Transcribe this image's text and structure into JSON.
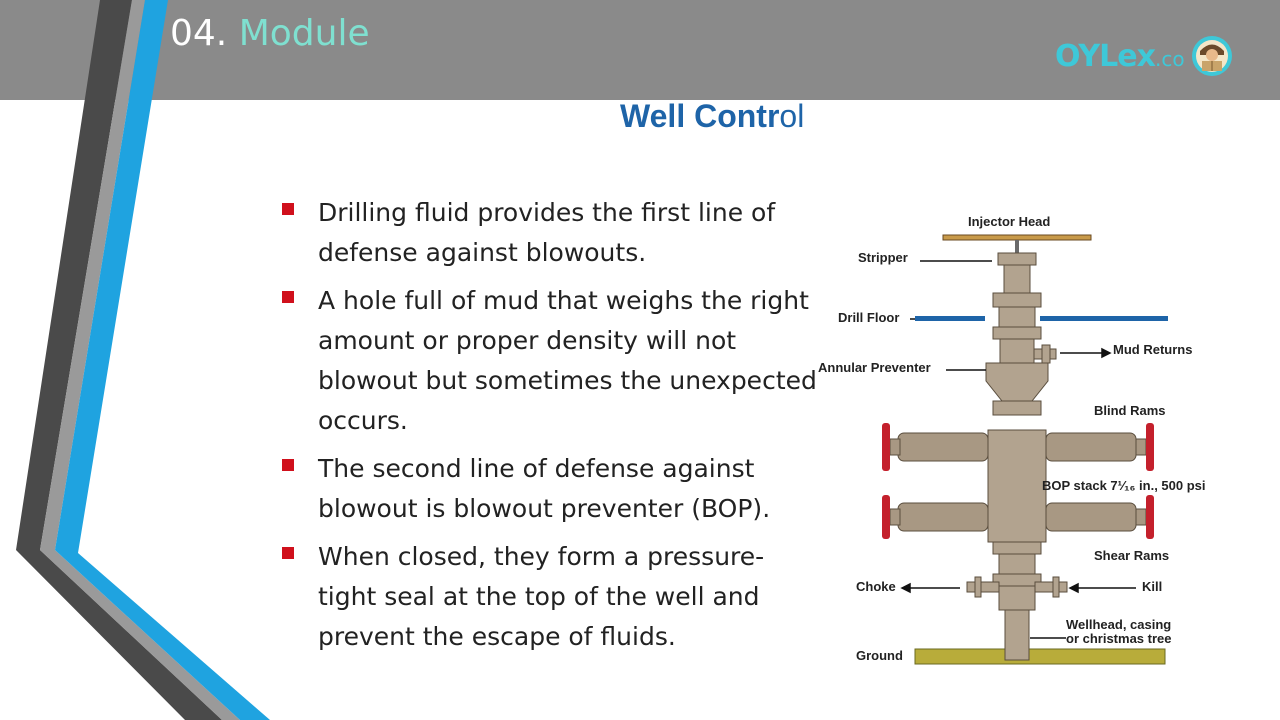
{
  "header": {
    "module_number": "04.",
    "module_label": "Module",
    "logo_text": "OYLex",
    "logo_suffix": ".co"
  },
  "slide": {
    "title_main": "Well Contr",
    "title_tail": "ol"
  },
  "bullets": [
    "Drilling fluid provides the first line of defense against blowouts.",
    "A hole full of mud that weighs the right amount or proper density will not blowout but sometimes the unexpected occurs.",
    "The second line of defense against blowout is blowout preventer (BOP).",
    "When closed, they form a  pressure-tight seal at the top of the well and prevent the escape of fluids."
  ],
  "diagram_labels": {
    "injector_head": "Injector Head",
    "stripper": "Stripper",
    "drill_floor": "Drill Floor",
    "mud_returns": "Mud Returns",
    "annular_preventer": "Annular Preventer",
    "blind_rams": "Blind Rams",
    "bop_stack": "BOP stack 7¹⁄₁₆ in., 500 psi",
    "shear_rams": "Shear Rams",
    "choke": "Choke",
    "kill": "Kill",
    "wellhead_line1": "Wellhead, casing",
    "wellhead_line2": "or christmas tree",
    "ground": "Ground"
  },
  "colors": {
    "header_bg": "#8a8a8a",
    "accent_blue": "#1e64a8",
    "bullet_red": "#d0101c",
    "stripe_blue": "#1fa3e0",
    "logo_teal": "#3ec8d8",
    "module_teal": "#7fe0d0"
  },
  "icons": {
    "bullet": "square-bullet-icon",
    "logo": "oylex-logo-icon",
    "avatar": "reader-avatar-icon"
  }
}
